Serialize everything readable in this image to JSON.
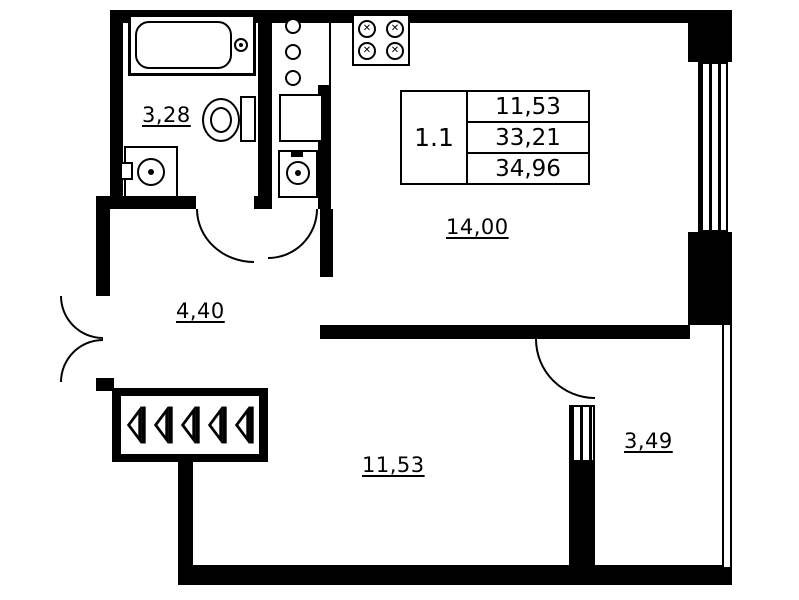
{
  "plan": {
    "title_block": {
      "unit": "1.1",
      "living_area": "11,53",
      "apartment_area": "33,21",
      "total_area": "34,96"
    },
    "labels": {
      "bathroom": "3,28",
      "hallway": "4,40",
      "kitchen_living": "14,00",
      "bedroom": "11,53",
      "balcony": "3,49"
    },
    "icons": {
      "burner_cross": "✕"
    },
    "colors": {
      "wall": "#000000",
      "background": "#ffffff"
    }
  }
}
